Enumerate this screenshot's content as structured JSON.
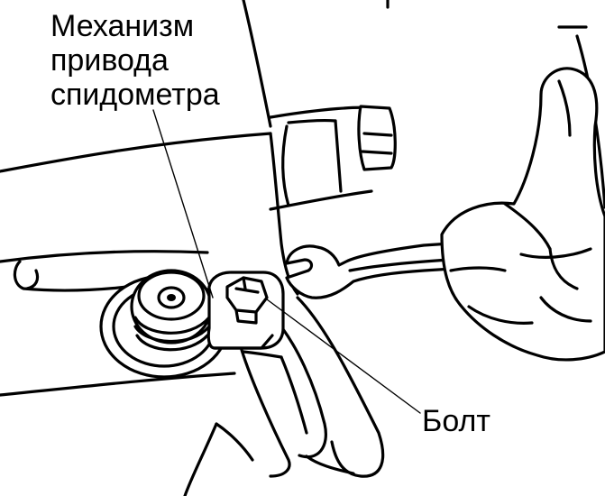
{
  "labels": {
    "mechanism": [
      "Механизм",
      "привода",
      "спидометра"
    ],
    "bolt": "Болт"
  },
  "colors": {
    "ink": "#000000",
    "paper": "#ffffff"
  }
}
